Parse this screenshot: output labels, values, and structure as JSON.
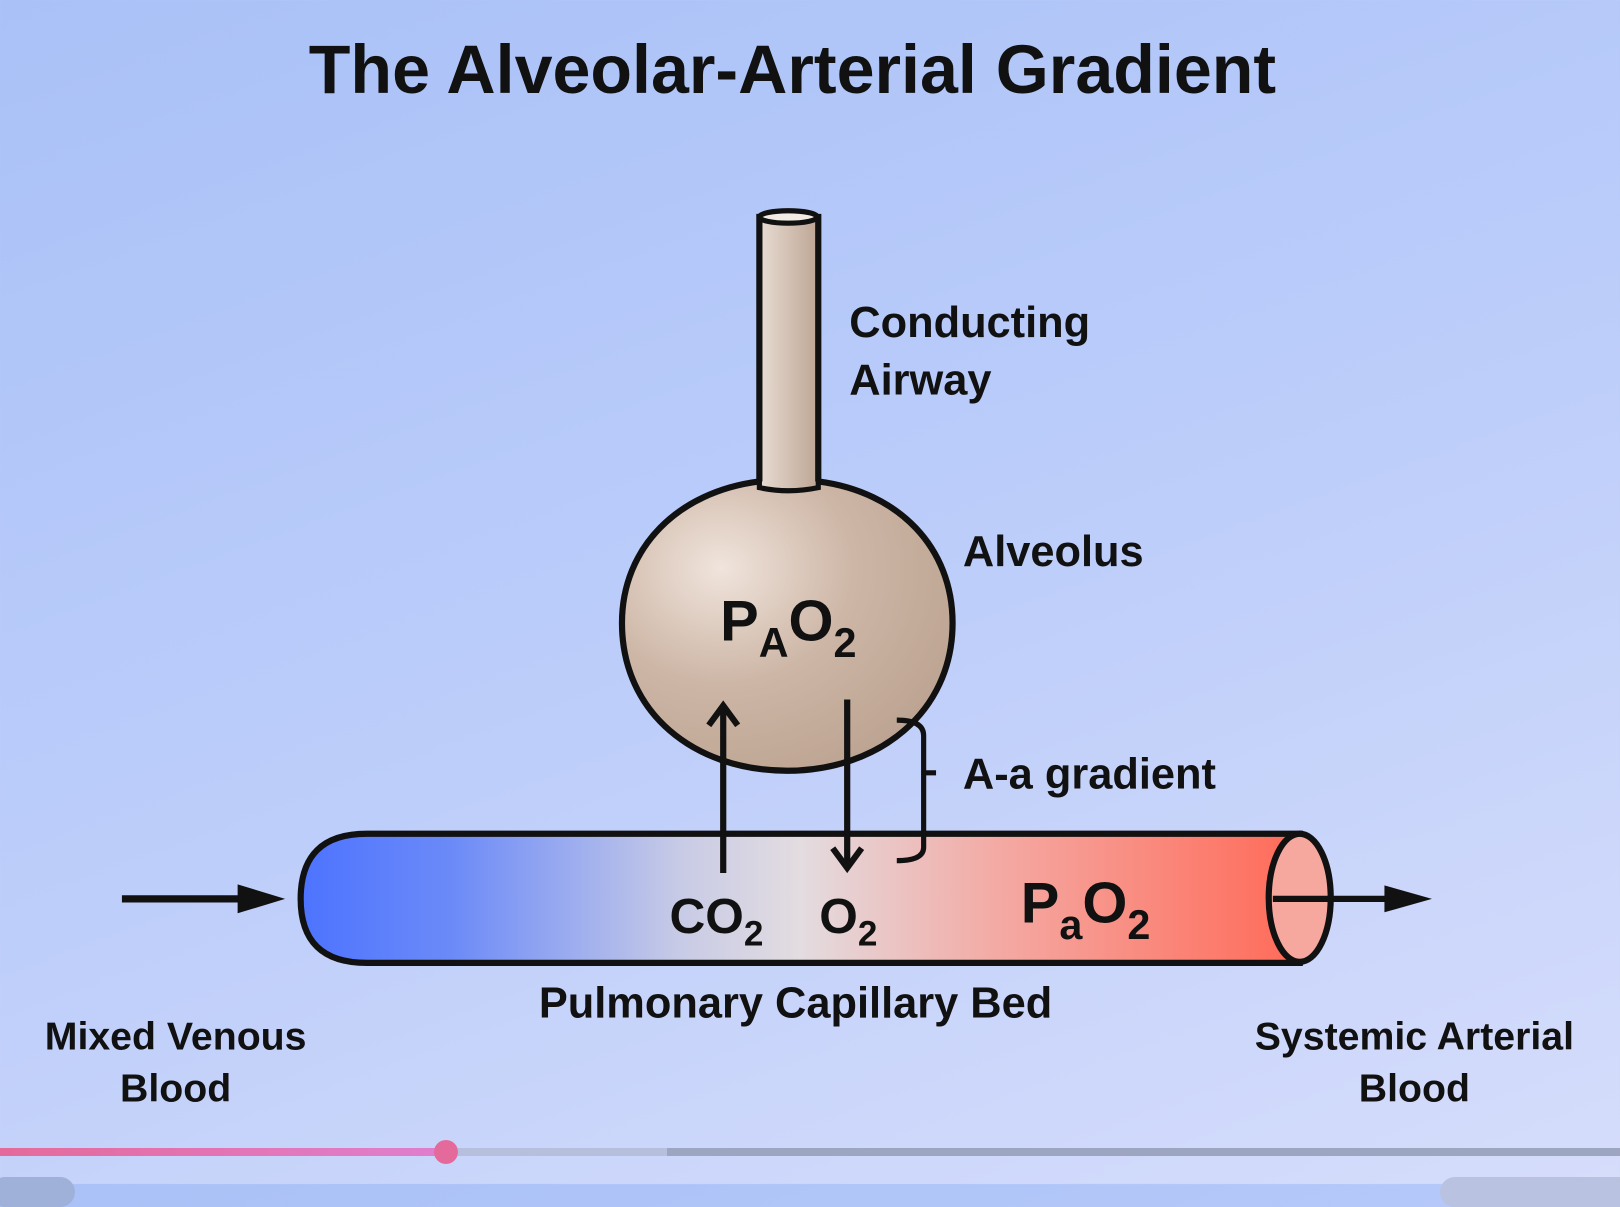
{
  "title": "The Alveolar-Arterial Gradient",
  "labels": {
    "airway_line1": "Conducting",
    "airway_line2": "Airway",
    "alveolus": "Alveolus",
    "alveolar_p": "P",
    "alveolar_sub": "A",
    "alveolar_o": "O",
    "alveolar_num": "2",
    "gradient": "A-a gradient",
    "co2_main": "CO",
    "co2_sub": "2",
    "o2_main": "O",
    "o2_sub": "2",
    "arterial_p": "P",
    "arterial_sub": "a",
    "arterial_o": "O",
    "arterial_num": "2",
    "capillary": "Pulmonary Capillary Bed",
    "venous_line1": "Mixed Venous",
    "venous_line2": "Blood",
    "systemic_line1": "Systemic Arterial",
    "systemic_line2": "Blood"
  },
  "player": {
    "progress_percent": 27.5,
    "buffered_percent": 41.2,
    "played_color": "#e46a9b",
    "buffer_color": "#b6c0dc",
    "track_color": "#9ca6c0"
  },
  "colors": {
    "venous": "#4d73ff",
    "arterial": "#ff6e5e",
    "alveolus": "#c9b09f"
  }
}
